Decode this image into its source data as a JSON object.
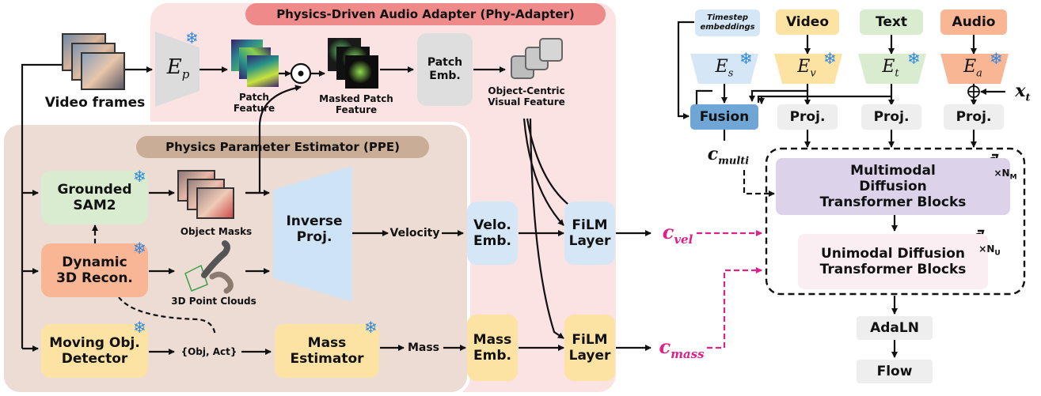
{
  "adapter": {
    "title": "Physics-Driven Audio Adapter (Phy-Adapter)"
  },
  "ppe": {
    "title": "Physics Parameter Estimator (PPE)"
  },
  "inputs": {
    "video_frames": "Video frames",
    "patch_feature": "Patch Feature",
    "masked_patch_feature": "Masked Patch Feature",
    "patch_emb": "Patch Emb.",
    "object_centric": "Object-Centric Visual Feature"
  },
  "encoders": {
    "ep": "E",
    "ep_sub": "p"
  },
  "ppe_blocks": {
    "grounded_sam2": "Grounded SAM2",
    "dynamic_recon": "Dynamic 3D Recon.",
    "moving_detector": "Moving Obj. Detector",
    "object_masks": "Object Masks",
    "point_clouds": "3D Point Clouds",
    "obj_act": "{Obj, Act}",
    "inverse_proj": "Inverse Proj.",
    "mass_estimator": "Mass Estimator",
    "velocity": "Velocity",
    "mass": "Mass"
  },
  "embeddings": {
    "velo_emb": "Velo. Emb.",
    "mass_emb": "Mass Emb.",
    "film1": "FiLM Layer",
    "film2": "FiLM Layer",
    "c_vel": "c",
    "c_vel_sub": "vel",
    "c_mass": "c",
    "c_mass_sub": "mass"
  },
  "right": {
    "timestep": "Timestep embeddings",
    "video": "Video",
    "text": "Text",
    "audio": "Audio",
    "es": "E",
    "es_sub": "s",
    "ev": "E",
    "ev_sub": "v",
    "et": "E",
    "et_sub": "t",
    "ea": "E",
    "ea_sub": "a",
    "xt": "x",
    "xt_sub": "t",
    "fusion": "Fusion",
    "proj1": "Proj.",
    "proj2": "Proj.",
    "proj3": "Proj.",
    "c_multi": "c",
    "c_multi_sub": "multi",
    "mm_dit": "Multimodal Diffusion Transformer Blocks",
    "mm_rep": "×N",
    "mm_rep_sub": "M",
    "uni_dit": "Unimodal Diffusion Transformer Blocks",
    "uni_rep": "×N",
    "uni_rep_sub": "U",
    "adaln": "AdaLN",
    "flow": "Flow"
  },
  "colors": {
    "adapter_bg": "#fbe3e3",
    "adapter_title": "#ef8a8a",
    "ppe_bg": "#ecdcd3",
    "ppe_title": "#c9ad96",
    "green": "#d9ecd0",
    "orange": "#f8b694",
    "yellow": "#fde3a3",
    "blue_light": "#d5e6f7",
    "grey": "#eeeeee",
    "purple": "#dcd3ea",
    "pink_light": "#fbeef2",
    "fusion": "#6fa6d6",
    "magenta": "#e0208a"
  }
}
